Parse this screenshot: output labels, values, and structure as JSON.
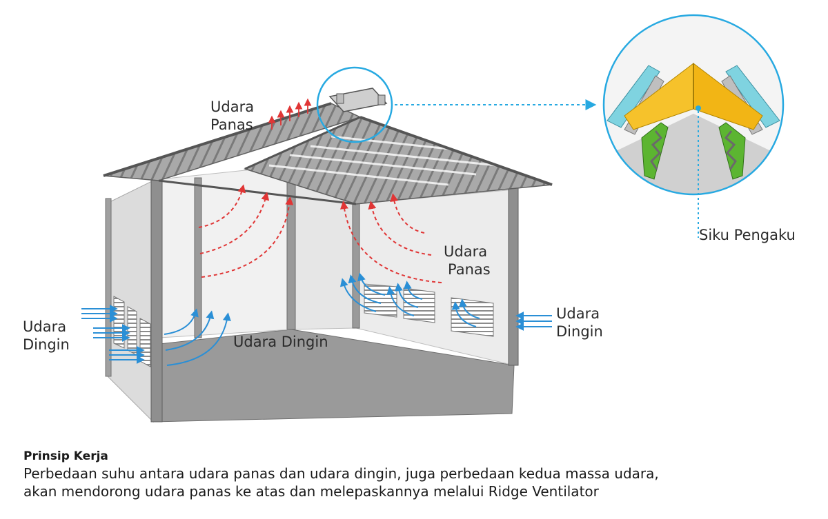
{
  "labels": {
    "hot_air_top": [
      "Udara",
      "Panas"
    ],
    "hot_air_right": [
      "Udara",
      "Panas"
    ],
    "cold_air_left": [
      "Udara",
      "Dingin"
    ],
    "cold_air_right": [
      "Udara",
      "Dingin"
    ],
    "cold_air_floor": "Udara Dingin",
    "detail_callout": "Siku Pengaku"
  },
  "caption": {
    "title": "Prinsip Kerja",
    "line1": "Perbedaan suhu antara udara panas dan udara dingin, juga perbedaan kedua massa udara,",
    "line2": "akan mendorong udara panas ke atas dan melepaskannya melalui Ridge Ventilator"
  },
  "colors": {
    "hot_air": "#e03535",
    "cold_air": "#2a8fd6",
    "callout": "#27a9e1",
    "stiffener_yellow": "#f6c22b",
    "truss_green": "#5cb531",
    "roof_cyan": "#7fd3e0"
  },
  "icons": [
    "hot-air-arrow-icon",
    "cold-air-arrow-icon",
    "callout-line-icon"
  ]
}
